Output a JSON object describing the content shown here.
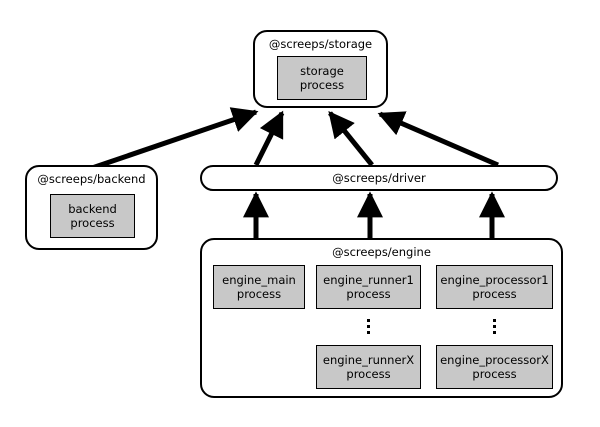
{
  "diagram": {
    "type": "architecture-block-diagram",
    "background": "#ffffff",
    "node_fill": "#c8c8c8",
    "stroke": "#000000",
    "modules": [
      {
        "id": "storage",
        "title": "@screeps/storage",
        "processes": [
          {
            "id": "storage-process",
            "line1": "storage",
            "line2": "process"
          }
        ]
      },
      {
        "id": "backend",
        "title": "@screeps/backend",
        "processes": [
          {
            "id": "backend-process",
            "line1": "backend",
            "line2": "process"
          }
        ]
      },
      {
        "id": "driver",
        "title": "@screeps/driver",
        "processes": []
      },
      {
        "id": "engine",
        "title": "@screeps/engine",
        "processes": [
          {
            "id": "engine-main",
            "line1": "engine_main",
            "line2": "process"
          },
          {
            "id": "engine-runner1",
            "line1": "engine_runner1",
            "line2": "process"
          },
          {
            "id": "engine-runnerx",
            "line1": "engine_runnerX",
            "line2": "process"
          },
          {
            "id": "engine-processor1",
            "line1": "engine_processor1",
            "line2": "process"
          },
          {
            "id": "engine-processorx",
            "line1": "engine_processorX",
            "line2": "process"
          }
        ],
        "ellipses": [
          "runner-column-ellipsis",
          "processor-column-ellipsis"
        ]
      }
    ],
    "edges": [
      {
        "id": "backend-to-storage",
        "from": "backend",
        "to": "storage",
        "arrow": "single"
      },
      {
        "id": "driver-to-storage-left",
        "from": "driver",
        "to": "storage",
        "arrow": "single"
      },
      {
        "id": "driver-to-storage-mid",
        "from": "driver",
        "to": "storage",
        "arrow": "single"
      },
      {
        "id": "driver-to-storage-right",
        "from": "driver",
        "to": "storage",
        "arrow": "single"
      },
      {
        "id": "engine-main-to-driver",
        "from": "engine",
        "to": "driver",
        "arrow": "single"
      },
      {
        "id": "engine-runner-to-driver",
        "from": "engine",
        "to": "driver",
        "arrow": "single"
      },
      {
        "id": "engine-processor-to-driver",
        "from": "engine",
        "to": "driver",
        "arrow": "single"
      }
    ]
  }
}
